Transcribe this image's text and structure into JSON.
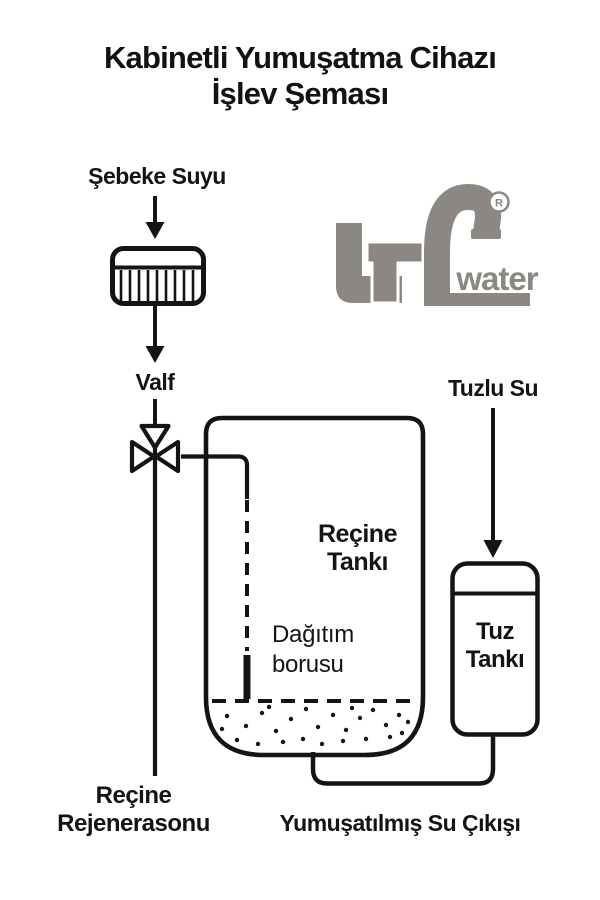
{
  "title": {
    "line1": "Kabinetli Yumuşatma Cihazı",
    "line2": "İşlev Şeması"
  },
  "labels": {
    "network_water": "Şebeke Suyu",
    "valve": "Valf",
    "brine_water": "Tuzlu Su",
    "resin_tank_line1": "Reçine",
    "resin_tank_line2": "Tankı",
    "distributor_line1": "Dağıtım",
    "distributor_line2": "borusu",
    "salt_tank_line1": "Tuz",
    "salt_tank_line2": "Tankı",
    "regeneration_line1": "Reçine",
    "regeneration_line2": "Rejenerasonu",
    "softened_outlet": "Yumuşatılmış Su Çıkışı"
  },
  "logo": {
    "brand": "water",
    "registered_mark": "R"
  },
  "colors": {
    "line": "#141414",
    "logo_gray": "#8b8884",
    "background": "#ffffff"
  },
  "diagram": {
    "type": "process-flow",
    "components": [
      "şebeke suyu girişi",
      "filtre",
      "valf",
      "reçine tankı",
      "dağıtım borusu",
      "tuz tankı",
      "tuzlu su girişi",
      "reçine rejenerasonu hattı",
      "yumuşatılmış su çıkışı"
    ]
  }
}
